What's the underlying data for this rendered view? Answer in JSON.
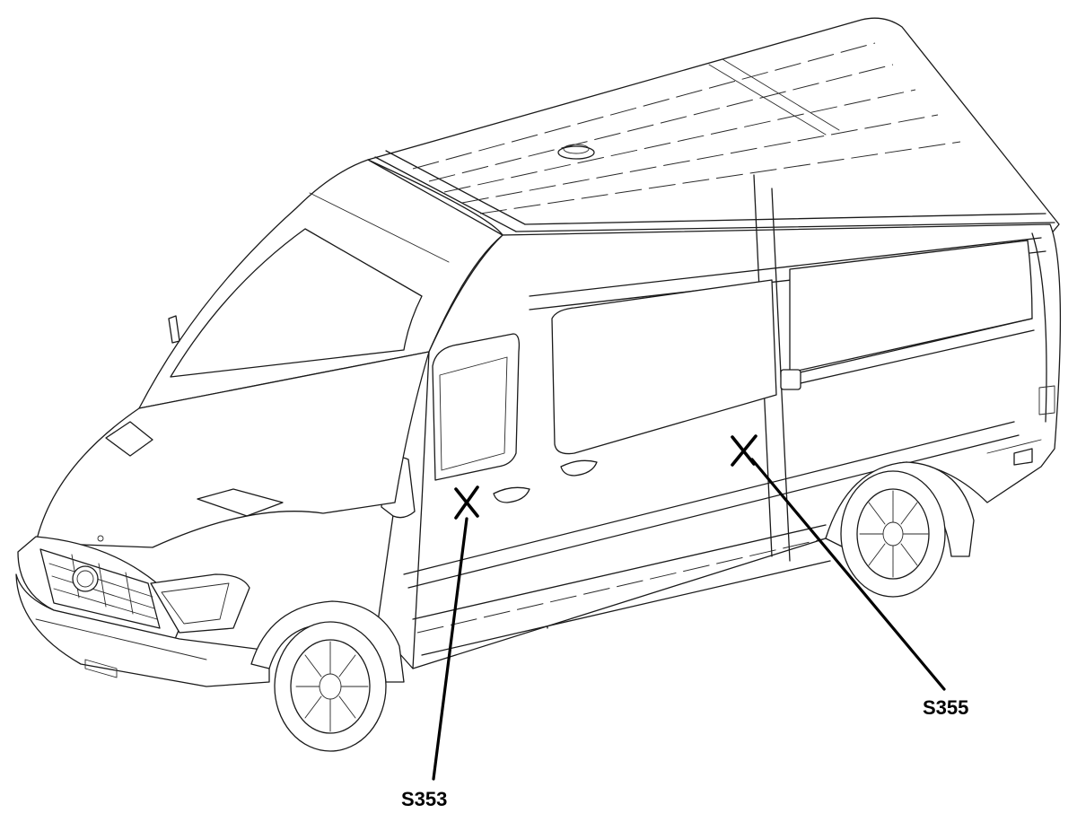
{
  "callouts": {
    "s353": {
      "label": "S353"
    },
    "s355": {
      "label": "S355"
    }
  },
  "colors": {
    "line": "#1a1a1a",
    "background": "#ffffff",
    "marker": "#000000"
  },
  "icons": [
    "van-drawing",
    "x-marker-icon",
    "leader-line"
  ]
}
